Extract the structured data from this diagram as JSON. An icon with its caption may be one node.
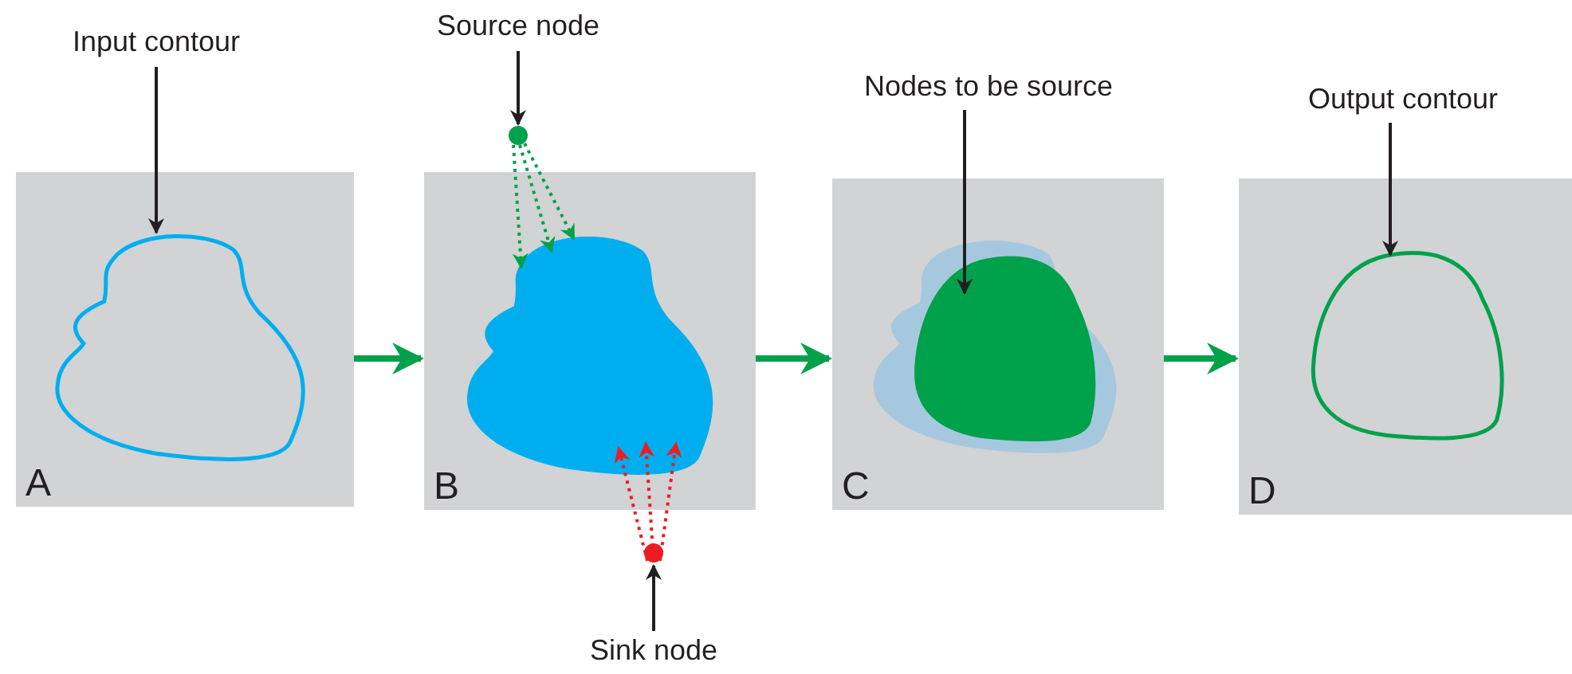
{
  "diagram": {
    "nodes": [
      {
        "text": [
          "A"
        ]
      },
      {
        "text": [
          "Input contour"
        ]
      },
      {
        "text": [],
        "shape": "blob",
        "in": 0
      },
      {
        "text": [
          "B"
        ]
      },
      {
        "text": [
          "Source node"
        ]
      },
      {
        "text": [],
        "shape": "circle"
      },
      {
        "text": [],
        "shape": "blob",
        "in": 3
      },
      {
        "text": [],
        "shape": "circle"
      },
      {
        "text": [
          "Sink node"
        ]
      },
      {
        "text": [
          "C"
        ]
      },
      {
        "text": [
          "Nodes to be source"
        ]
      },
      {
        "text": [],
        "shape": "blob",
        "in": 9
      },
      {
        "text": [],
        "shape": "blob",
        "in": 11
      },
      {
        "text": [
          "D"
        ]
      },
      {
        "text": [
          "Output contour"
        ]
      },
      {
        "text": [],
        "shape": "blob",
        "in": 13
      }
    ],
    "edges": [
      {
        "from": 1,
        "to": 2,
        "arrow": "to",
        "color": "#231f20"
      },
      {
        "from": 0,
        "to": 3,
        "arrow": "to",
        "style": "thick",
        "color": "#00a14b"
      },
      {
        "from": 3,
        "to": 9,
        "arrow": "to",
        "style": "thick",
        "color": "#00a14b"
      },
      {
        "from": 9,
        "to": 13,
        "arrow": "to",
        "style": "thick",
        "color": "#00a14b"
      },
      {
        "from": 4,
        "to": 5,
        "arrow": "to",
        "color": "#231f20"
      },
      {
        "from": 5,
        "to": 6,
        "arrow": "to",
        "style": "dashed",
        "color": "#00a14b"
      },
      {
        "from": 5,
        "to": 6,
        "arrow": "to",
        "style": "dashed",
        "color": "#00a14b"
      },
      {
        "from": 5,
        "to": 6,
        "arrow": "to",
        "style": "dashed",
        "color": "#00a14b"
      },
      {
        "from": 8,
        "to": 7,
        "arrow": "to",
        "color": "#231f20"
      },
      {
        "from": 7,
        "to": 6,
        "arrow": "to",
        "style": "dashed",
        "color": "#ed1c24"
      },
      {
        "from": 7,
        "to": 6,
        "arrow": "to",
        "style": "dashed",
        "color": "#ed1c24"
      },
      {
        "from": 7,
        "to": 6,
        "arrow": "to",
        "style": "dashed",
        "color": "#ed1c24"
      },
      {
        "from": 10,
        "to": 12,
        "arrow": "to",
        "color": "#231f20"
      },
      {
        "from": 14,
        "to": 15,
        "arrow": "to",
        "color": "#231f20"
      }
    ]
  }
}
